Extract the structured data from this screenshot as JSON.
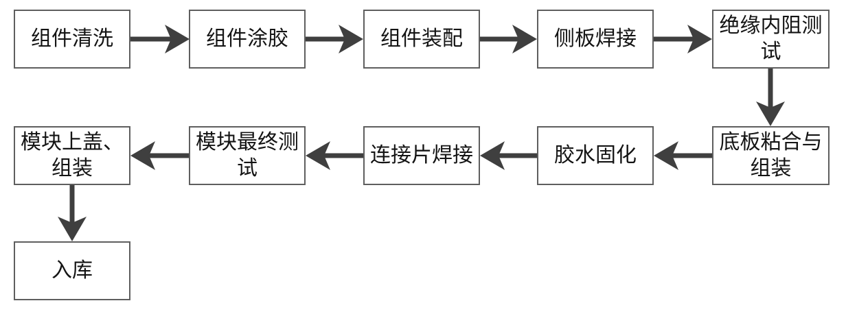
{
  "diagram": {
    "type": "flowchart",
    "description": "Module production process flow",
    "colors": {
      "background": "#ffffff",
      "box_fill": "#ffffff",
      "box_border": "#5e5e5e",
      "text": "#141414",
      "arrow": "#3f3f3f"
    },
    "nodes": [
      {
        "id": "n1",
        "label": "组件清洗"
      },
      {
        "id": "n2",
        "label": "组件涂胶"
      },
      {
        "id": "n3",
        "label": "组件装配"
      },
      {
        "id": "n4",
        "label": "侧板焊接"
      },
      {
        "id": "n5",
        "label": "绝缘内阻测试"
      },
      {
        "id": "n6",
        "label": "底板粘合与组装"
      },
      {
        "id": "n7",
        "label": "胶水固化"
      },
      {
        "id": "n8",
        "label": "连接片焊接"
      },
      {
        "id": "n9",
        "label": "模块最终测试"
      },
      {
        "id": "n10",
        "label": "模块上盖、组装"
      },
      {
        "id": "n11",
        "label": "入库"
      }
    ],
    "edges": [
      {
        "from": "n1",
        "to": "n2",
        "direction": "right"
      },
      {
        "from": "n2",
        "to": "n3",
        "direction": "right"
      },
      {
        "from": "n3",
        "to": "n4",
        "direction": "right"
      },
      {
        "from": "n4",
        "to": "n5",
        "direction": "right"
      },
      {
        "from": "n5",
        "to": "n6",
        "direction": "down"
      },
      {
        "from": "n6",
        "to": "n7",
        "direction": "left"
      },
      {
        "from": "n7",
        "to": "n8",
        "direction": "left"
      },
      {
        "from": "n8",
        "to": "n9",
        "direction": "left"
      },
      {
        "from": "n9",
        "to": "n10",
        "direction": "left"
      },
      {
        "from": "n10",
        "to": "n11",
        "direction": "down"
      }
    ]
  }
}
